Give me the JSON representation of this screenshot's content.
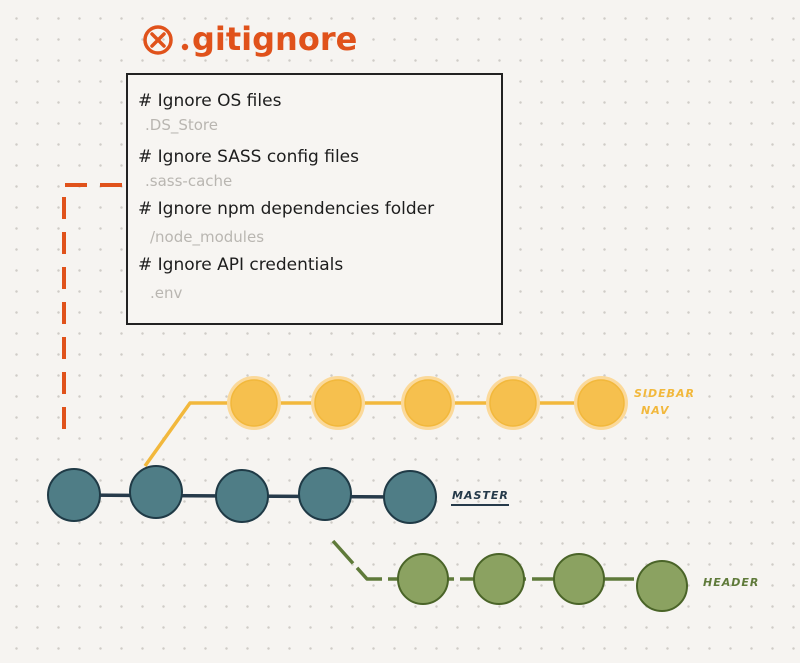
{
  "title": "gitignore",
  "title_icon": "close-circle-icon",
  "colors": {
    "accent": "#e0521b",
    "master": "#4f7d86",
    "sidebar_nav": "#f6c04e",
    "header": "#8ba261"
  },
  "gitignore": {
    "lines": [
      {
        "comment": "# Ignore OS files",
        "entry": ".DS_Store"
      },
      {
        "comment": "# Ignore SASS config files",
        "entry": ".sass-cache"
      },
      {
        "comment": "# Ignore npm dependencies folder",
        "entry": "/node_modules"
      },
      {
        "comment": "# Ignore API credentials",
        "entry": ".env"
      }
    ]
  },
  "branches": {
    "sidebar_nav": {
      "label_line1": "SIDEBAR",
      "label_line2": "NAV",
      "commits": 5
    },
    "master": {
      "label": "MASTER",
      "commits": 5
    },
    "header": {
      "label": "HEADER",
      "commits": 4
    }
  }
}
